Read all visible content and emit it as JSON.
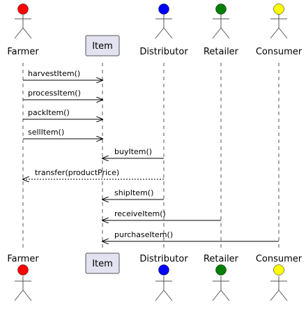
{
  "participants": [
    {
      "id": "farmer",
      "label": "Farmer",
      "kind": "actor",
      "color": "#ff0000"
    },
    {
      "id": "item",
      "label": "Item",
      "kind": "box",
      "color": "#e2e2f0"
    },
    {
      "id": "distributor",
      "label": "Distributor",
      "kind": "actor",
      "color": "#0000ff"
    },
    {
      "id": "retailer",
      "label": "Retailer",
      "kind": "actor",
      "color": "#008000"
    },
    {
      "id": "consumer",
      "label": "Consumer",
      "kind": "actor",
      "color": "#ffff00"
    }
  ],
  "messages": [
    {
      "from": "farmer",
      "to": "item",
      "label": "harvestItem()",
      "style": "solid"
    },
    {
      "from": "farmer",
      "to": "item",
      "label": "processItem()",
      "style": "solid"
    },
    {
      "from": "farmer",
      "to": "item",
      "label": "packItem()",
      "style": "solid"
    },
    {
      "from": "farmer",
      "to": "item",
      "label": "sellItem()",
      "style": "solid"
    },
    {
      "from": "distributor",
      "to": "item",
      "label": "buyItem()",
      "style": "solid"
    },
    {
      "from": "distributor",
      "to": "farmer",
      "label": "transfer(productPrice)",
      "style": "dashed"
    },
    {
      "from": "distributor",
      "to": "item",
      "label": "shipItem()",
      "style": "solid"
    },
    {
      "from": "retailer",
      "to": "item",
      "label": "receiveItem()",
      "style": "solid"
    },
    {
      "from": "consumer",
      "to": "item",
      "label": "purchaseItem()",
      "style": "solid"
    }
  ]
}
